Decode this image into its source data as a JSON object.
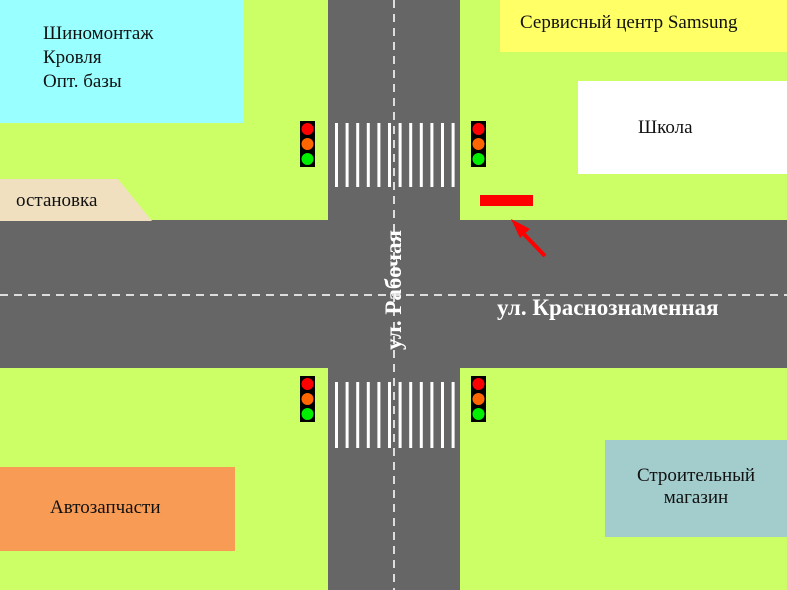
{
  "buildings": {
    "top_left": {
      "lines": [
        "Шиномонтаж",
        "Кровля",
        "Опт. базы"
      ],
      "color": "#99ffff"
    },
    "samsung": {
      "label": "Сервисный центр Samsung",
      "color": "#ffff66"
    },
    "school": {
      "label": "Школа",
      "color": "#ffffff"
    },
    "bus_stop": {
      "label": "остановка",
      "color": "#f0e0c0"
    },
    "auto_parts": {
      "label": "Автозапчасти",
      "color": "#f79b55"
    },
    "hardware_store": {
      "lines": [
        "Строительный",
        "магазин"
      ],
      "color": "#a3cccc"
    }
  },
  "streets": {
    "vertical": "ул. Рабочая",
    "horizontal": "ул. Краснознаменная"
  },
  "colors": {
    "grass": "#ccff66",
    "road": "#666666",
    "marker": "#ff0000"
  }
}
